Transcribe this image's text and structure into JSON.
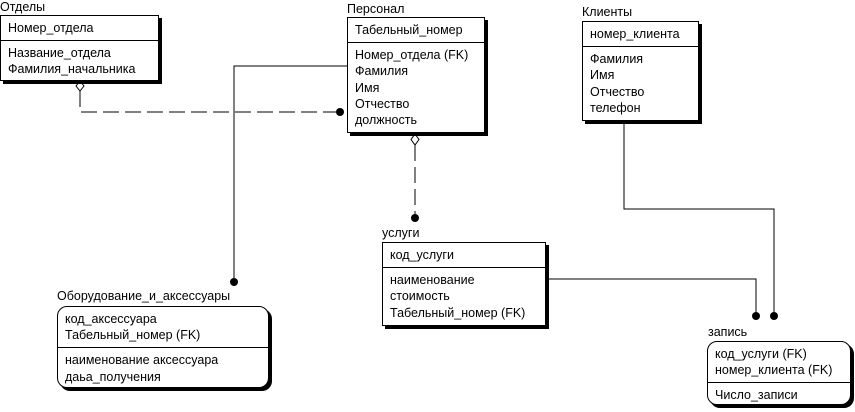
{
  "entities": {
    "otdely": {
      "title": "Отделы",
      "keys": [
        "Номер_отдела"
      ],
      "attributes": [
        "Название_отдела",
        "Фамилия_начальника"
      ]
    },
    "personal": {
      "title": "Персонал",
      "keys": [
        "Табельный_номер"
      ],
      "attributes": [
        "Номер_отдела (FK)",
        "Фамилия",
        "Имя",
        "Отчество",
        "должность"
      ]
    },
    "klienty": {
      "title": "Клиенты",
      "keys": [
        "номер_клиента"
      ],
      "attributes": [
        "Фамилия",
        "Имя",
        "Отчество",
        "телефон"
      ]
    },
    "uslugi": {
      "title": "услуги",
      "keys": [
        "код_услуги"
      ],
      "attributes": [
        "наименование",
        "стоимость",
        "Табельный_номер (FK)"
      ]
    },
    "oborudovanie": {
      "title": "Оборудование_и_аксессуары",
      "keys": [
        "код_аксессуара",
        "Табельный_номер (FK)"
      ],
      "attributes": [
        "наименование аксессуара",
        "даьа_получения"
      ]
    },
    "zapis": {
      "title": "запись",
      "keys": [
        "код_услуги (FK)",
        "номер_клиента (FK)"
      ],
      "attributes": [
        "Число_записи"
      ]
    }
  }
}
